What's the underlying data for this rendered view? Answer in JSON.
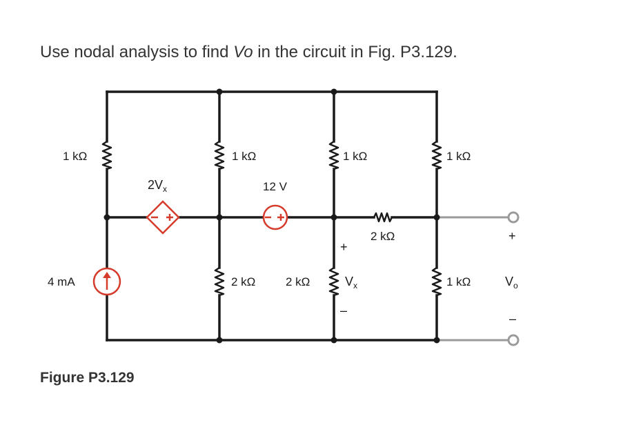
{
  "question": {
    "before": "Use nodal analysis to find ",
    "variable": "Vo",
    "after": " in the circuit in Fig. P3.129."
  },
  "caption": "Figure P3.129",
  "labels": {
    "r_left_top": "1 kΩ",
    "r_col2_top": "1 kΩ",
    "r_col3_top": "1 kΩ",
    "r_col4_top": "1 kΩ",
    "r_mid_horizontal": "2 kΩ",
    "r_col2_bottom": "2 kΩ",
    "r_col3_bottom": "2 kΩ",
    "r_col4_bottom": "1 kΩ",
    "dep_source_main": "2V",
    "dep_source_sub": "x",
    "volt_source": "12 V",
    "curr_source": "4 mA",
    "vx_main": "V",
    "vx_sub": "x",
    "vo_main": "V",
    "vo_sub": "o",
    "plus": "+",
    "minus": "–"
  },
  "colors": {
    "wire": "#1a1a1a",
    "source": "#d63a2a",
    "output_lead": "#9a9a9a"
  }
}
